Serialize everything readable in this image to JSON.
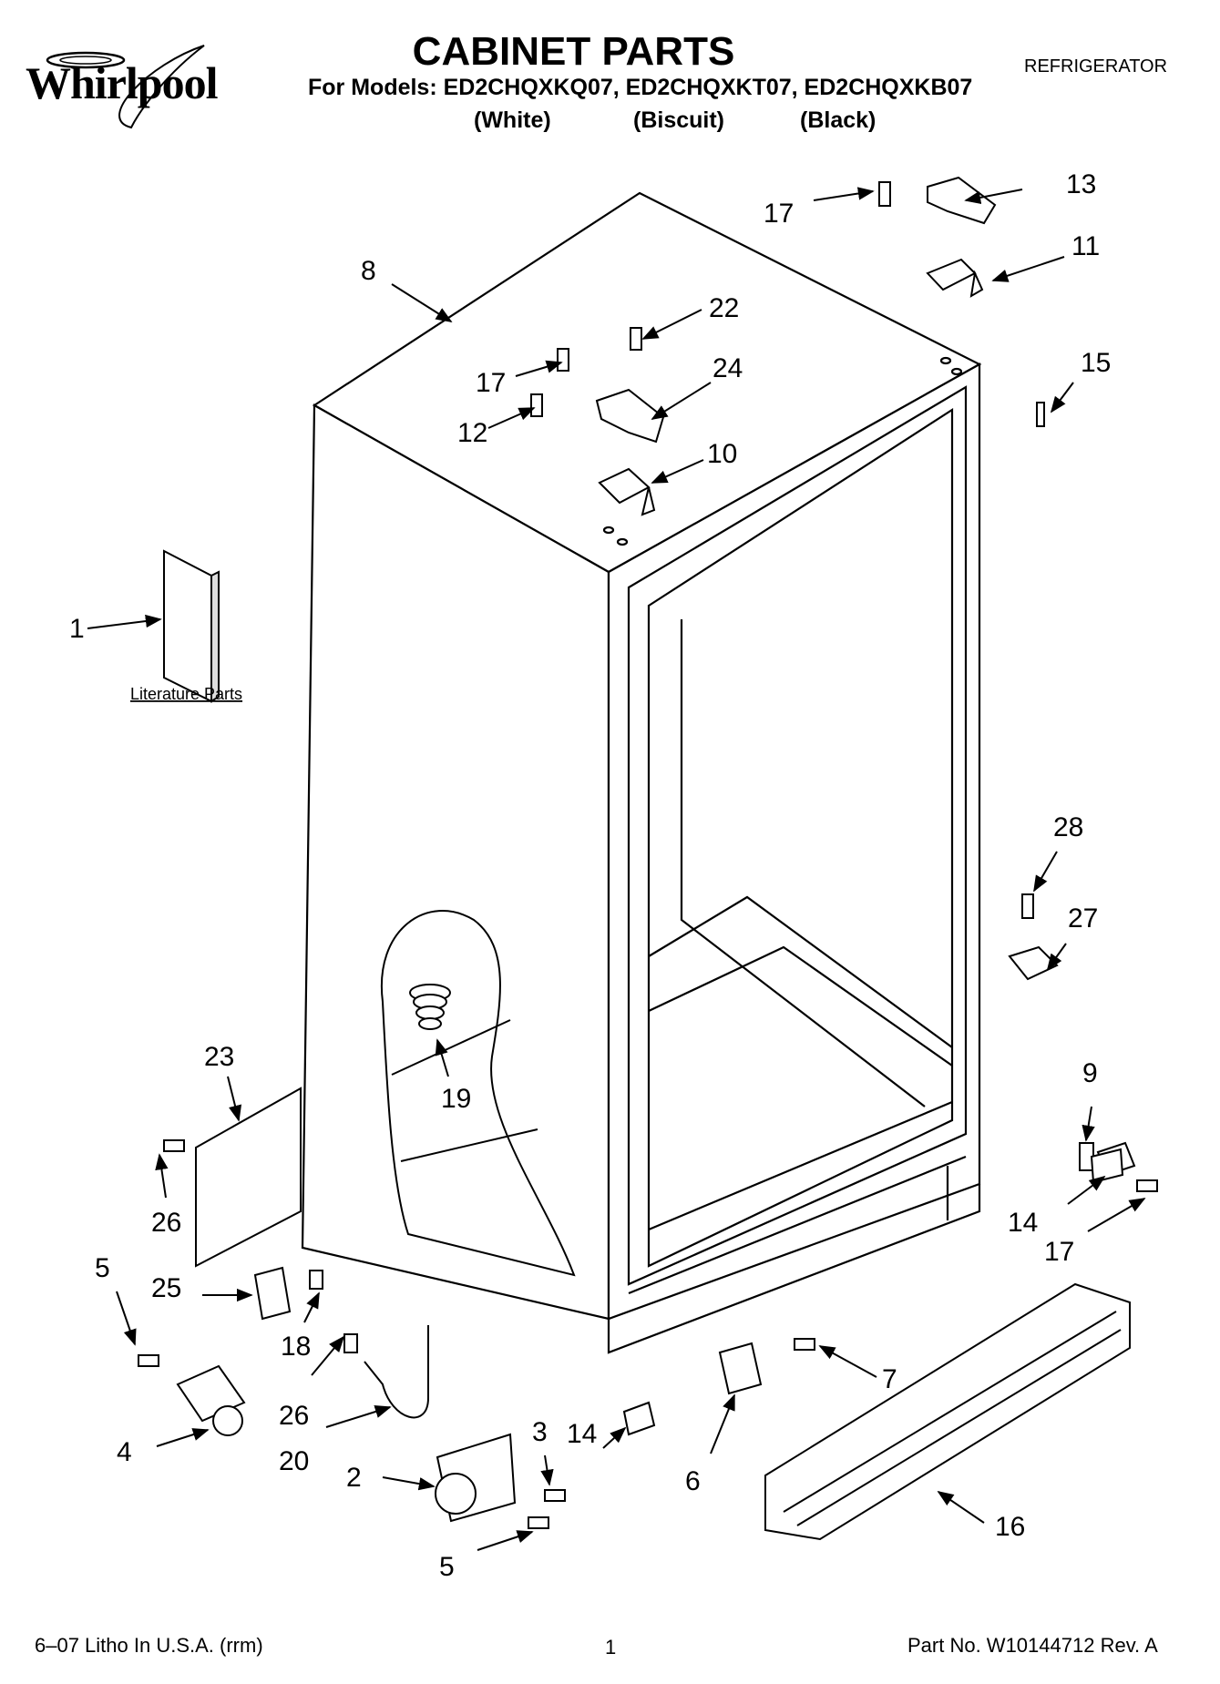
{
  "brand": "Whirlpool",
  "header": {
    "title": "CABINET PARTS",
    "models_line": "For Models: ED2CHQXKQ07, ED2CHQXKT07, ED2CHQXKB07",
    "colors": [
      "(White)",
      "(Biscuit)",
      "(Black)"
    ],
    "category": "REFRIGERATOR"
  },
  "diagram": {
    "literature_label": "Literature Parts",
    "callouts": [
      "1",
      "2",
      "3",
      "4",
      "5",
      "5",
      "6",
      "7",
      "8",
      "9",
      "10",
      "11",
      "12",
      "13",
      "14",
      "14",
      "15",
      "16",
      "17",
      "17",
      "17",
      "18",
      "19",
      "20",
      "22",
      "23",
      "24",
      "25",
      "26",
      "26",
      "27",
      "28"
    ]
  },
  "footer": {
    "left": "6–07 Litho In U.S.A. (rrm)",
    "page": "1",
    "right": "Part No. W10144712 Rev. A"
  }
}
